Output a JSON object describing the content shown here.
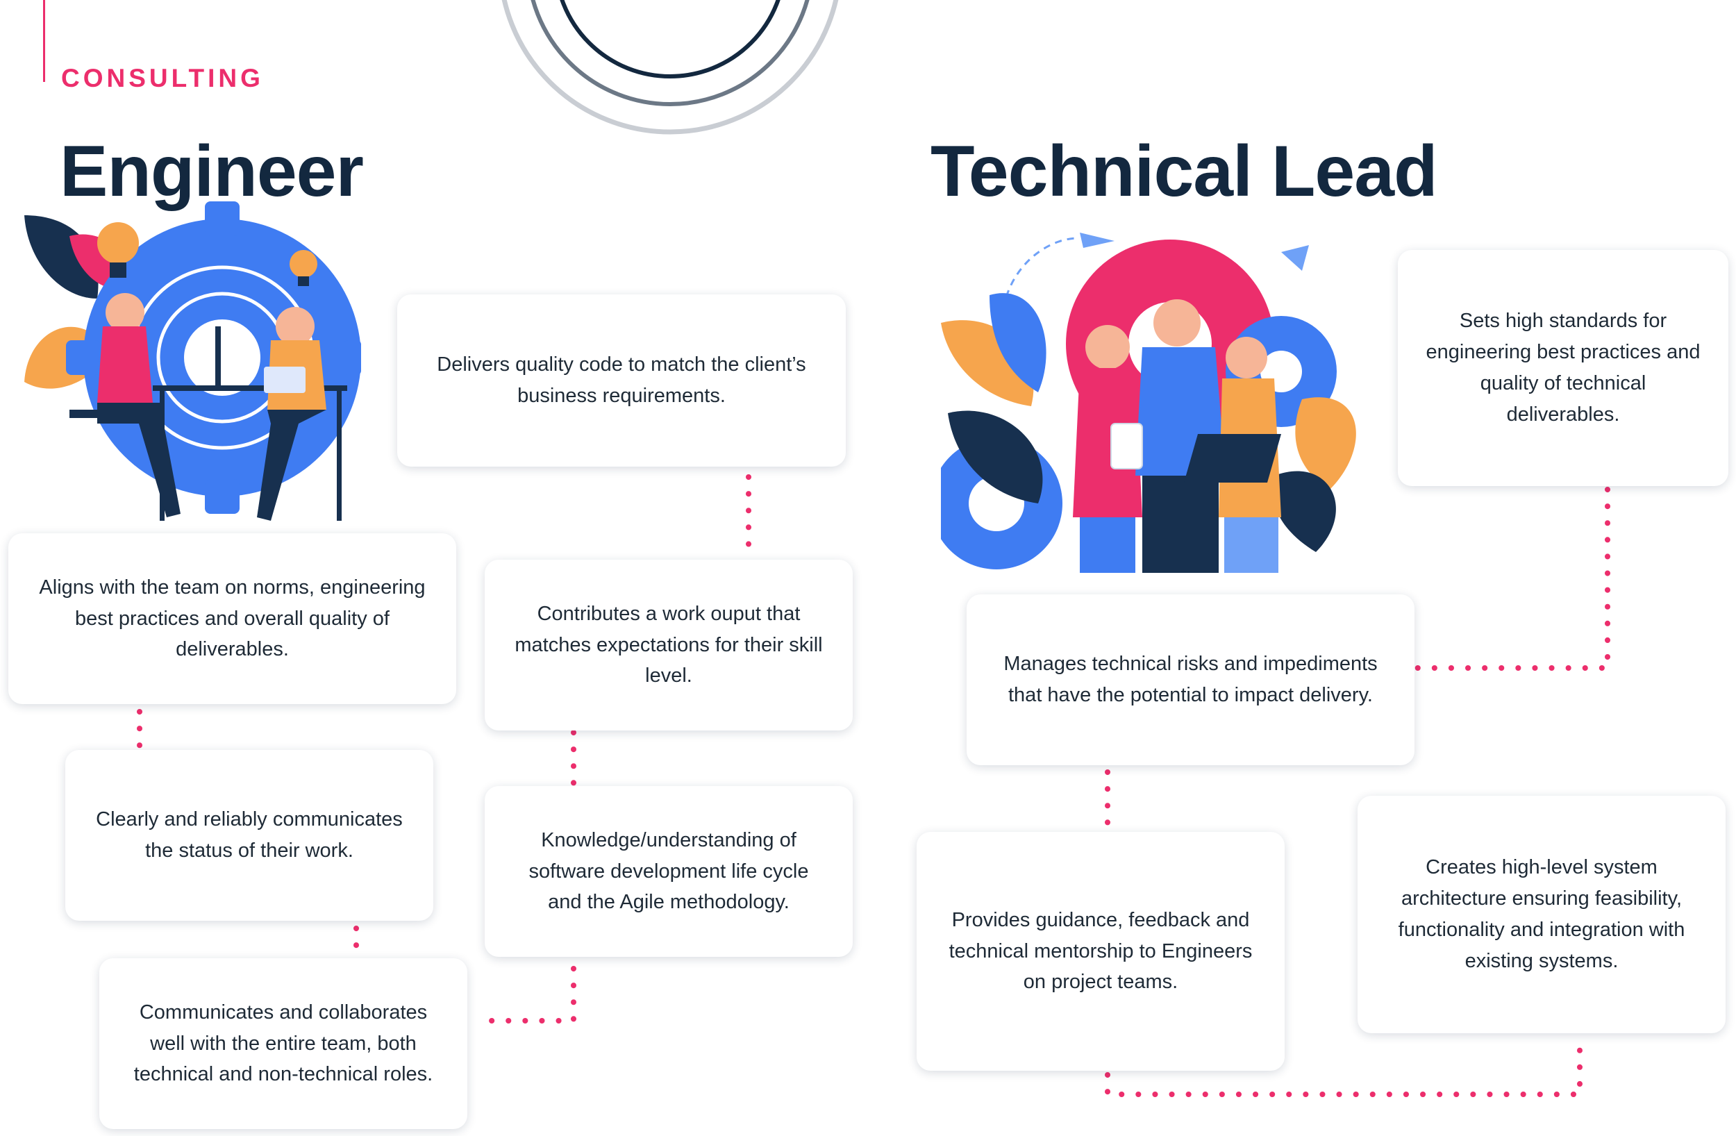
{
  "header": {
    "eyebrow": "CONSULTING"
  },
  "engineer": {
    "title": "Engineer",
    "cards": [
      "Delivers quality code to match the client’s business requirements.",
      "Aligns with the team on norms, engineering best practices and overall quality of deliverables.",
      "Contributes a work ouput that matches expectations for their skill level.",
      "Clearly and reliably communicates the status of their work.",
      "Knowledge/understanding of software development life cycle and the Agile methodology.",
      "Communicates and collaborates well with the entire team, both technical and non-technical roles."
    ]
  },
  "tech_lead": {
    "title": "Technical Lead",
    "cards": [
      "Sets high standards for engineering best practices and quality of technical deliverables.",
      "Manages technical risks and impediments that have the potential to impact delivery.",
      "Provides guidance, feedback and technical mentorship to Engineers on project teams.",
      "Creates high-level system architecture ensuring feasibility, functionality and integration with existing systems."
    ]
  },
  "colors": {
    "accent": "#ec2e6c",
    "title": "#13283f",
    "body_text": "#1e2a36",
    "gear_blue": "#3f7cf2",
    "leaf_orange": "#f6a54d",
    "navy": "#17304f",
    "pink": "#ec2e6c"
  },
  "icons": [
    "gear-icon",
    "lightbulb-icon",
    "paper-plane-icon",
    "leaf-icon"
  ]
}
